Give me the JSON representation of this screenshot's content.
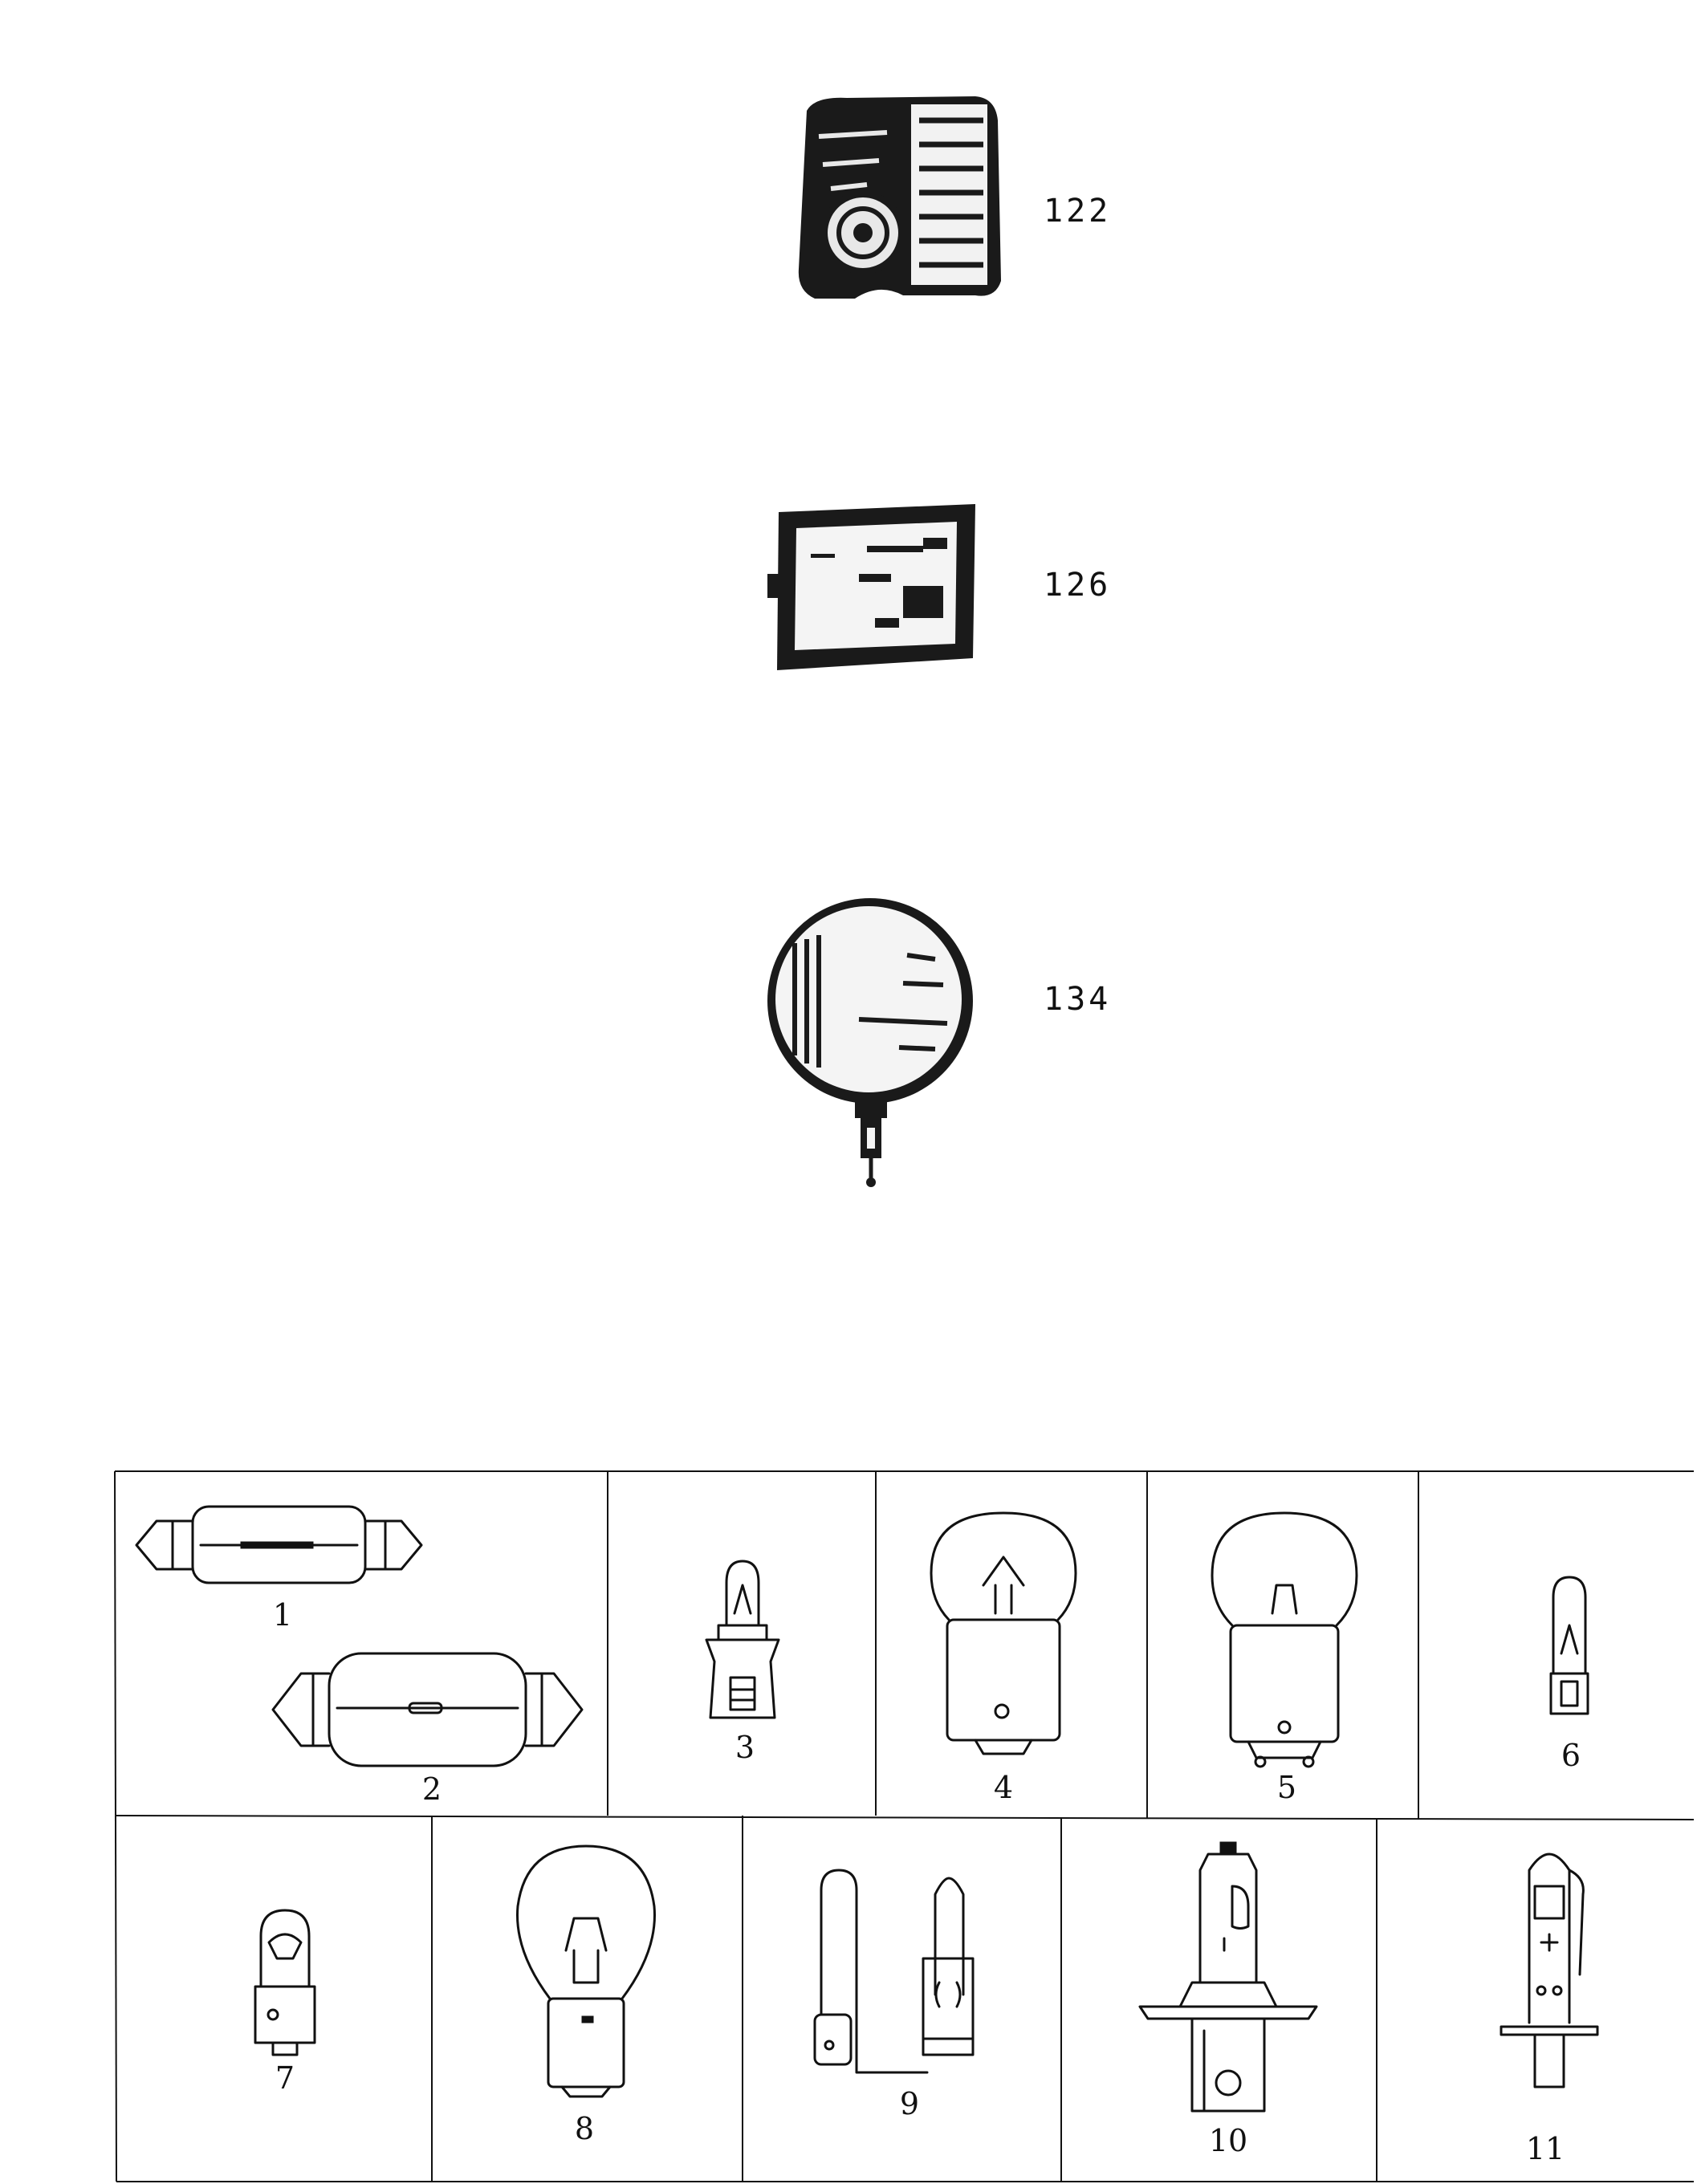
{
  "callouts": [
    {
      "id": "lamp-122",
      "label": "122"
    },
    {
      "id": "lamp-126",
      "label": "126"
    },
    {
      "id": "lamp-134",
      "label": "134"
    }
  ],
  "bulbs": [
    {
      "label": "1"
    },
    {
      "label": "2"
    },
    {
      "label": "3"
    },
    {
      "label": "4"
    },
    {
      "label": "5"
    },
    {
      "label": "6"
    },
    {
      "label": "7"
    },
    {
      "label": "8"
    },
    {
      "label": "9"
    },
    {
      "label": "10"
    },
    {
      "label": "11"
    }
  ]
}
